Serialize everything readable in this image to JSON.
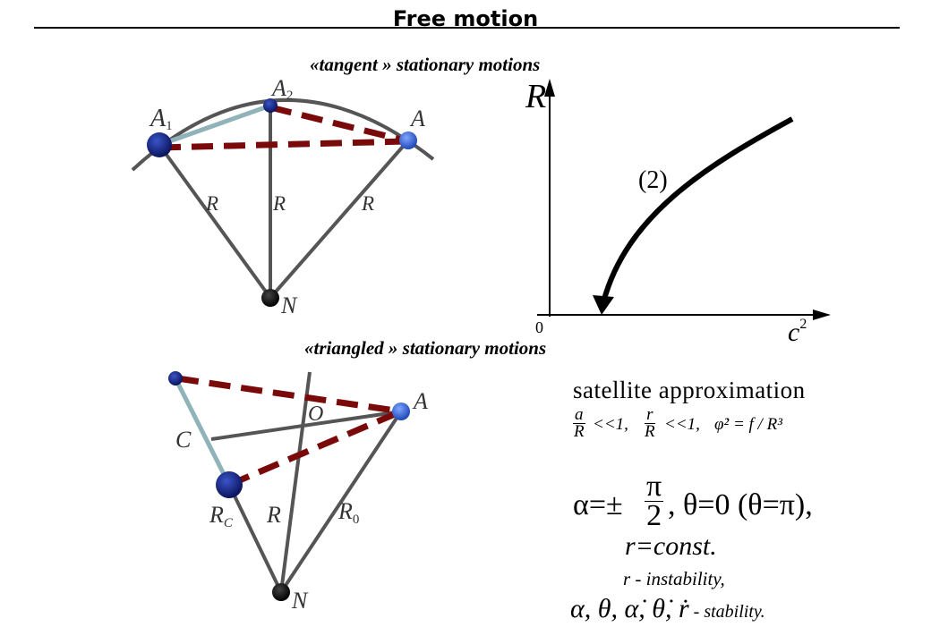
{
  "title": "Free motion",
  "heading_top": "«tangent » stationary motions",
  "heading_bottom": "«triangled » stationary motions",
  "top_diagram": {
    "point_A1": "A",
    "point_A1_sub": "1",
    "point_A2": "A",
    "point_A2_sub": "2",
    "point_A": "A",
    "radius_label": "R",
    "center_label": "N"
  },
  "graph": {
    "y_axis_label": "R",
    "x_axis_label": "c",
    "x_axis_sup": "2",
    "origin_label": "0",
    "curve_label": "(2)"
  },
  "bottom_diagram": {
    "point_A": "A",
    "point_O": "O",
    "point_C": "C",
    "label_RC": "R",
    "label_RC_sub": "C",
    "label_R": "R",
    "label_R0": "R",
    "label_R0_sub": "0",
    "center_label": "N"
  },
  "formulas": {
    "satellite_heading": "satellite approximation",
    "cond_a_num": "a",
    "cond_a_den": "R",
    "cond_a_rel": "<<1,",
    "cond_r_num": "r",
    "cond_r_den": "R",
    "cond_r_rel": "<<1,",
    "cond_phi": "φ̇² = f / R³",
    "alpha_lhs": "α=±",
    "alpha_num": "π",
    "alpha_den": "2",
    "alpha_rest": ",  θ=0 (θ=π),",
    "r_const": "r=const.",
    "r_instability": "r - instability,",
    "stability_vars": "α,  θ,  α̇,  θ̇,  ṙ",
    "stability_word": " - stability."
  },
  "colors": {
    "dashed_line": "#7a0a0a",
    "solid_line": "#555555",
    "light_segment": "#8fb3b8",
    "node_dark": "#0c1a6e",
    "node_blue": "#2f5fcf",
    "node_center": "#000000"
  }
}
